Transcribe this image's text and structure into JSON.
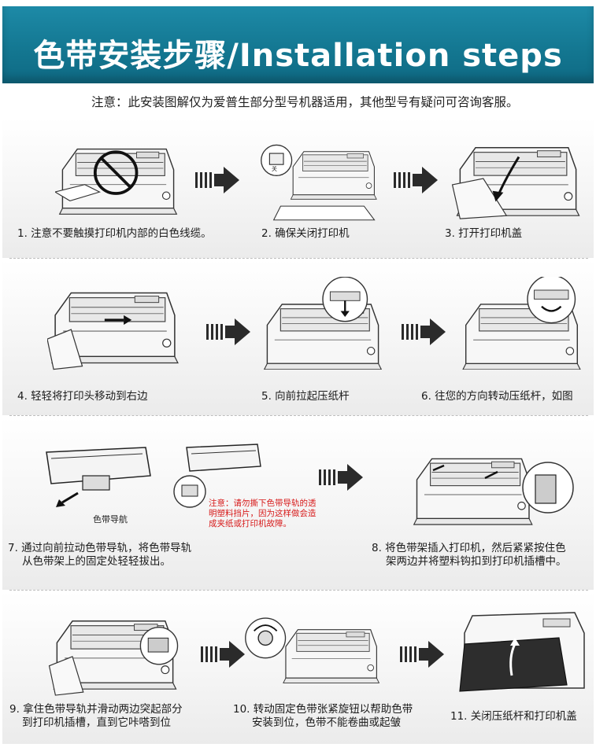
{
  "header": {
    "title": "色带安装步骤/Installation steps",
    "notice": "注意：此安装图解仅为爱普生部分型号机器适用，其他型号有疑问可咨询客服。"
  },
  "steps": [
    {
      "caption": "1. 注意不要触摸打印机内部的白色线缆。",
      "icon": "no-touch-icon"
    },
    {
      "caption": "2. 确保关闭打印机",
      "icon": "power-off-icon",
      "inset_label": "关"
    },
    {
      "caption": "3. 打开打印机盖",
      "icon": "open-cover-icon"
    },
    {
      "caption": "4. 轻轻将打印头移动到右边",
      "icon": "printhead-icon"
    },
    {
      "caption": "5. 向前拉起压纸杆",
      "icon": "paper-bail-icon"
    },
    {
      "caption": "6. 往您的方向转动压纸杆，如图",
      "icon": "rotate-bail-icon"
    },
    {
      "caption_line1": "7. 通过向前拉动色带导轨，将色带导轨",
      "caption_line2": "从色带架上的固定处轻轻拔出。",
      "icon": "ribbon-cartridge-icon",
      "guide_label": "色带导航"
    },
    {
      "caption_line1": "8. 将色带架插入打印机，然后紧紧按住色",
      "caption_line2": "架两边并将塑料钩扣到打印机插槽中。",
      "icon": "insert-cartridge-icon"
    },
    {
      "caption_line1": "9. 拿住色带导轨并滑动两边突起部分",
      "caption_line2": "到打印机插槽，直到它咔嗒到位",
      "icon": "slide-guide-icon"
    },
    {
      "caption_line1": "10. 转动固定色带张紧旋钮以帮助色带",
      "caption_line2": "安装到位，色带不能卷曲或起皱",
      "icon": "knob-icon"
    },
    {
      "caption": "11. 关闭压纸杆和打印机盖",
      "icon": "close-cover-icon"
    }
  ],
  "warning": {
    "line1": "注意：请勿撕下色带导轨的透",
    "line2": "明塑料挡片，因为这样做会造",
    "line3": "成夹纸或打印机故障。"
  },
  "colors": {
    "banner": "#137690",
    "warning": "#d71a1a",
    "arrow": "#2b2b2b"
  }
}
